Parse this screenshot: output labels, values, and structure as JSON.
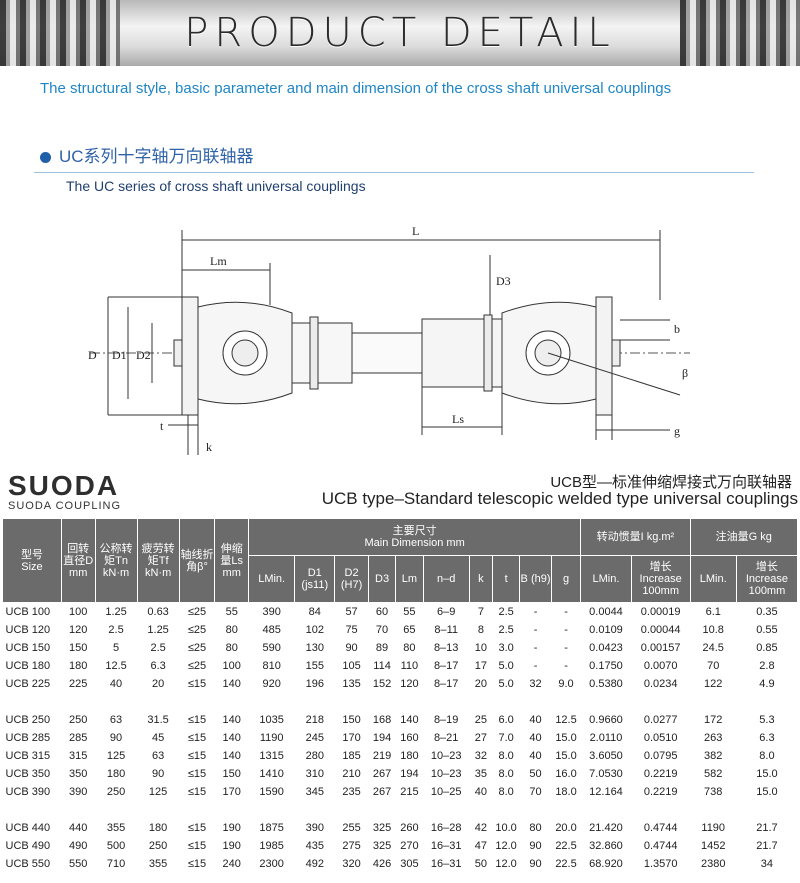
{
  "banner": {
    "title": "PRODUCT DETAIL"
  },
  "subtitle": "The structural style, basic parameter and main dimension of the cross shaft universal couplings",
  "section": {
    "heading": "UC系列十字轴万向联轴器",
    "subheading": "The UC series of cross shaft universal couplings"
  },
  "drawing_labels": {
    "L": "L",
    "Lm": "Lm",
    "D": "D",
    "D1": "D1",
    "D2": "D2",
    "D3": "D3",
    "Ls": "Ls",
    "t": "t",
    "k": "k",
    "b": "b",
    "beta": "β",
    "g": "g"
  },
  "logo": {
    "name": "SUODA",
    "sub": "SUODA COUPLING"
  },
  "product_type": {
    "cn": "UCB型—标准伸缩焊接式万向联轴器",
    "en": "UCB type–Standard telescopic welded type universal couplings"
  },
  "table": {
    "headers": {
      "size_cn": "型号",
      "size_en": "Size",
      "d": "回转直径D mm",
      "tn": "公称转矩Tn kN·m",
      "tf": "疲劳转矩Tf kN·m",
      "angle": "轴线折角β°",
      "ls": "伸缩量Ls mm",
      "main_dim_cn": "主要尺寸",
      "main_dim_en": "Main Dimension mm",
      "inertia": "转动惯量I kg.m²",
      "oil": "注油量G kg",
      "lmin": "LMin.",
      "d1": "D1 (js11)",
      "d2": "D2 (H7)",
      "d3": "D3",
      "lm": "Lm",
      "nd": "n–d",
      "k": "k",
      "t": "t",
      "b": "B (h9)",
      "g": "g",
      "inertia_lmin": "LMin.",
      "inertia_inc": "Increase 100mm",
      "inertia_inc_cn": "增长",
      "oil_lmin": "LMin.",
      "oil_inc": "Increase 100mm",
      "oil_inc_cn": "增长"
    },
    "rows": [
      [
        "UCB 100",
        "100",
        "1.25",
        "0.63",
        "≤25",
        "55",
        "390",
        "84",
        "57",
        "60",
        "55",
        "6–9",
        "7",
        "2.5",
        "-",
        "-",
        "0.0044",
        "0.00019",
        "6.1",
        "0.35"
      ],
      [
        "UCB 120",
        "120",
        "2.5",
        "1.25",
        "≤25",
        "80",
        "485",
        "102",
        "75",
        "70",
        "65",
        "8–11",
        "8",
        "2.5",
        "-",
        "-",
        "0.0109",
        "0.00044",
        "10.8",
        "0.55"
      ],
      [
        "UCB 150",
        "150",
        "5",
        "2.5",
        "≤25",
        "80",
        "590",
        "130",
        "90",
        "89",
        "80",
        "8–13",
        "10",
        "3.0",
        "-",
        "-",
        "0.0423",
        "0.00157",
        "24.5",
        "0.85"
      ],
      [
        "UCB 180",
        "180",
        "12.5",
        "6.3",
        "≤25",
        "100",
        "810",
        "155",
        "105",
        "114",
        "110",
        "8–17",
        "17",
        "5.0",
        "-",
        "-",
        "0.1750",
        "0.0070",
        "70",
        "2.8"
      ],
      [
        "UCB 225",
        "225",
        "40",
        "20",
        "≤15",
        "140",
        "920",
        "196",
        "135",
        "152",
        "120",
        "8–17",
        "20",
        "5.0",
        "32",
        "9.0",
        "0.5380",
        "0.0234",
        "122",
        "4.9"
      ],
      null,
      [
        "UCB 250",
        "250",
        "63",
        "31.5",
        "≤15",
        "140",
        "1035",
        "218",
        "150",
        "168",
        "140",
        "8–19",
        "25",
        "6.0",
        "40",
        "12.5",
        "0.9660",
        "0.0277",
        "172",
        "5.3"
      ],
      [
        "UCB 285",
        "285",
        "90",
        "45",
        "≤15",
        "140",
        "1190",
        "245",
        "170",
        "194",
        "160",
        "8–21",
        "27",
        "7.0",
        "40",
        "15.0",
        "2.0110",
        "0.0510",
        "263",
        "6.3"
      ],
      [
        "UCB 315",
        "315",
        "125",
        "63",
        "≤15",
        "140",
        "1315",
        "280",
        "185",
        "219",
        "180",
        "10–23",
        "32",
        "8.0",
        "40",
        "15.0",
        "3.6050",
        "0.0795",
        "382",
        "8.0"
      ],
      [
        "UCB 350",
        "350",
        "180",
        "90",
        "≤15",
        "150",
        "1410",
        "310",
        "210",
        "267",
        "194",
        "10–23",
        "35",
        "8.0",
        "50",
        "16.0",
        "7.0530",
        "0.2219",
        "582",
        "15.0"
      ],
      [
        "UCB 390",
        "390",
        "250",
        "125",
        "≤15",
        "170",
        "1590",
        "345",
        "235",
        "267",
        "215",
        "10–25",
        "40",
        "8.0",
        "70",
        "18.0",
        "12.164",
        "0.2219",
        "738",
        "15.0"
      ],
      null,
      [
        "UCB 440",
        "440",
        "355",
        "180",
        "≤15",
        "190",
        "1875",
        "390",
        "255",
        "325",
        "260",
        "16–28",
        "42",
        "10.0",
        "80",
        "20.0",
        "21.420",
        "0.4744",
        "1190",
        "21.7"
      ],
      [
        "UCB 490",
        "490",
        "500",
        "250",
        "≤15",
        "190",
        "1985",
        "435",
        "275",
        "325",
        "270",
        "16–31",
        "47",
        "12.0",
        "90",
        "22.5",
        "32.860",
        "0.4744",
        "1452",
        "21.7"
      ],
      [
        "UCB 550",
        "550",
        "710",
        "355",
        "≤15",
        "240",
        "2300",
        "492",
        "320",
        "426",
        "305",
        "16–31",
        "50",
        "12.0",
        "90",
        "22.5",
        "68.920",
        "1.3570",
        "2380",
        "34"
      ]
    ]
  }
}
